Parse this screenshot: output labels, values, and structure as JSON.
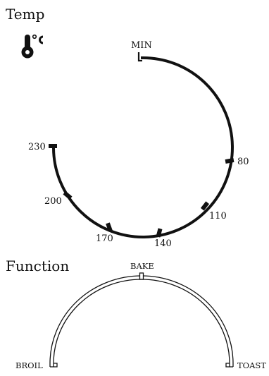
{
  "temp": {
    "heading": "Temp",
    "icon": "thermometer-celsius-icon",
    "labels": {
      "min": "MIN",
      "t80": "80",
      "t110": "110",
      "t140": "140",
      "t170": "170",
      "t200": "200",
      "t230": "230"
    }
  },
  "function": {
    "heading": "Function",
    "labels": {
      "bake": "BAKE",
      "broil": "BROIL",
      "toast": "TOAST"
    }
  },
  "colors": {
    "ink": "#111111",
    "background": "#ffffff"
  }
}
